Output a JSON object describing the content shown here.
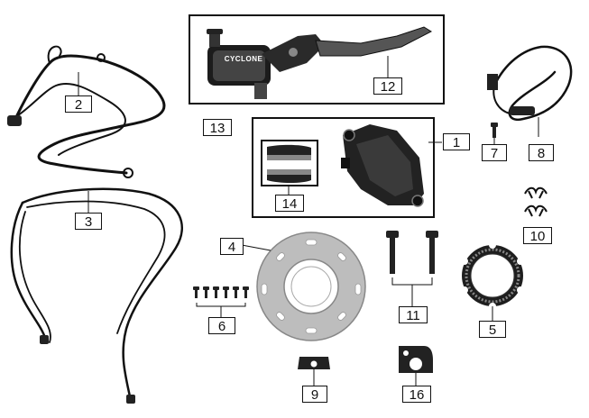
{
  "diagram": {
    "callouts": [
      {
        "id": "c1",
        "label": "1"
      },
      {
        "id": "c2",
        "label": "2"
      },
      {
        "id": "c3",
        "label": "3"
      },
      {
        "id": "c4",
        "label": "4"
      },
      {
        "id": "c5",
        "label": "5"
      },
      {
        "id": "c6",
        "label": "6"
      },
      {
        "id": "c7",
        "label": "7"
      },
      {
        "id": "c8",
        "label": "8"
      },
      {
        "id": "c9",
        "label": "9"
      },
      {
        "id": "c10",
        "label": "10"
      },
      {
        "id": "c11",
        "label": "11"
      },
      {
        "id": "c12",
        "label": "12"
      },
      {
        "id": "c13",
        "label": "13"
      },
      {
        "id": "c14",
        "label": "14"
      },
      {
        "id": "c16",
        "label": "16"
      }
    ],
    "logo_text": "CYCLONE"
  }
}
